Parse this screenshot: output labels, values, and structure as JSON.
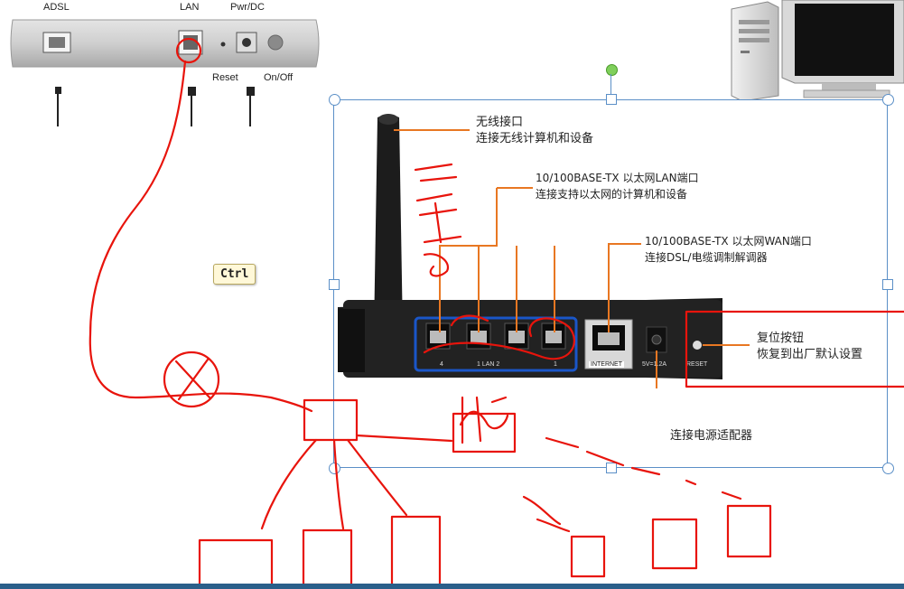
{
  "modem": {
    "port_labels": {
      "adsl": "ADSL",
      "lan": "LAN",
      "pwr": "Pwr/DC",
      "reset": "Reset",
      "onoff": "On/Off"
    }
  },
  "overlay": {
    "ctrl_badge": "Ctrl"
  },
  "router": {
    "port_labels": {
      "internet": "INTERNET",
      "reset": "RESET",
      "lan": "1  LAN  2",
      "lan4": "4",
      "lan1": "1",
      "power": "5V=1.2A"
    }
  },
  "annotations": {
    "wireless_title": "无线接口",
    "wireless_desc": "连接无线计算机和设备",
    "lan_title": "10/100BASE-TX 以太网LAN端口",
    "lan_desc": "连接支持以太网的计算机和设备",
    "wan_title": "10/100BASE-TX 以太网WAN端口",
    "wan_desc": "连接DSL/电缆调制解调器",
    "reset_title": "复位按钮",
    "reset_desc": "恢复到出厂默认设置",
    "power_desc": "连接电源适配器"
  },
  "colors": {
    "callout": "#e87722",
    "pen": "#e8140c",
    "port_highlight": "#1a56c8",
    "selection": "#5b8fc7"
  }
}
